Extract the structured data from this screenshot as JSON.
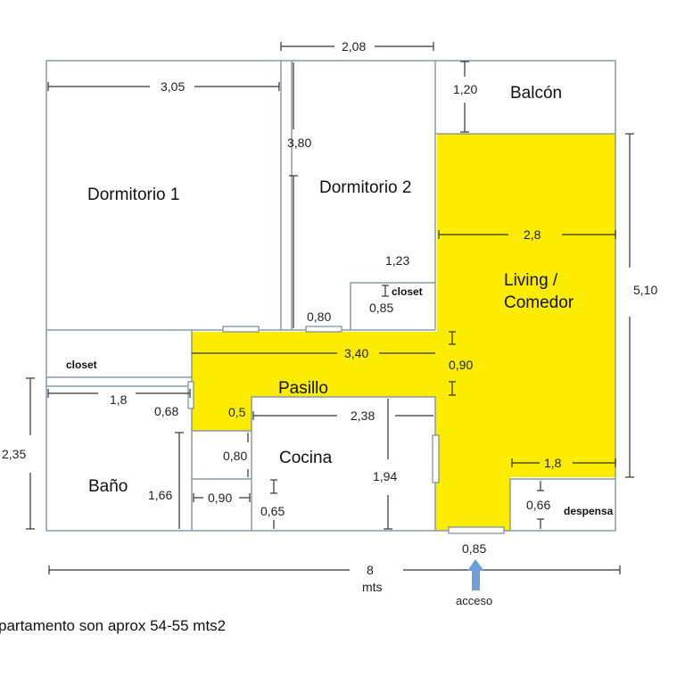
{
  "rooms": {
    "dormitorio1": "Dormitorio 1",
    "dormitorio2": "Dormitorio 2",
    "balcon": "Balcón",
    "living": "Living /",
    "comedor": "Comedor",
    "closet_left": "closet",
    "closet_right": "closet",
    "pasillo": "Pasillo",
    "cocina": "Cocina",
    "bano": "Baño",
    "despensa": "despensa"
  },
  "dimensions": {
    "top_width_d2": "2,08",
    "d1_width": "3,05",
    "balcon_height": "1,20",
    "d2_height": "3,80",
    "living_width": "2,8",
    "d2_closet_width": "1,23",
    "living_height": "5,10",
    "closet_r_depth": "0,85",
    "d2_door": "0,80",
    "pasillo_width": "3,40",
    "pasillo_height": "0,90",
    "bano_width": "1,8",
    "bano_door": "0,68",
    "total_height_left": "2,35",
    "pasillo_step": "0,5",
    "cocina_width": "2,38",
    "cocina_door": "0,80",
    "living_bottom_width": "1,8",
    "cocina_height": "1,94",
    "bano_height": "1,66",
    "cocina_small_w": "0,90",
    "cocina_small_h": "0,65",
    "despensa_h": "0,66",
    "entry_door": "0,85",
    "total_width": "8",
    "total_width_unit": "mts"
  },
  "access_label": "acceso",
  "note": "partamento son aprox 54-55 mts2",
  "colors": {
    "highlight": "#fbec00",
    "wall": "#8a9aaa",
    "arrow": "#6f9fd8"
  }
}
